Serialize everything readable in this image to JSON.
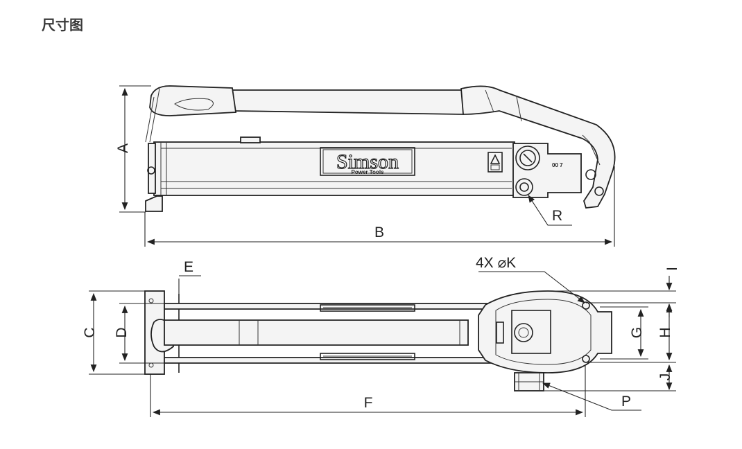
{
  "page": {
    "title": "尺寸图"
  },
  "logo": {
    "brand": "Simson",
    "tagline": "Power Tools"
  },
  "side_view": {
    "marking": "00 7",
    "dimensions": {
      "a": "A",
      "b": "B",
      "r": "R"
    }
  },
  "top_view": {
    "dimensions": {
      "c": "C",
      "d": "D",
      "e": "E",
      "f": "F",
      "g": "G",
      "h": "H",
      "i": "I",
      "j": "J",
      "k": "4X ⌀K",
      "p": "P"
    }
  }
}
